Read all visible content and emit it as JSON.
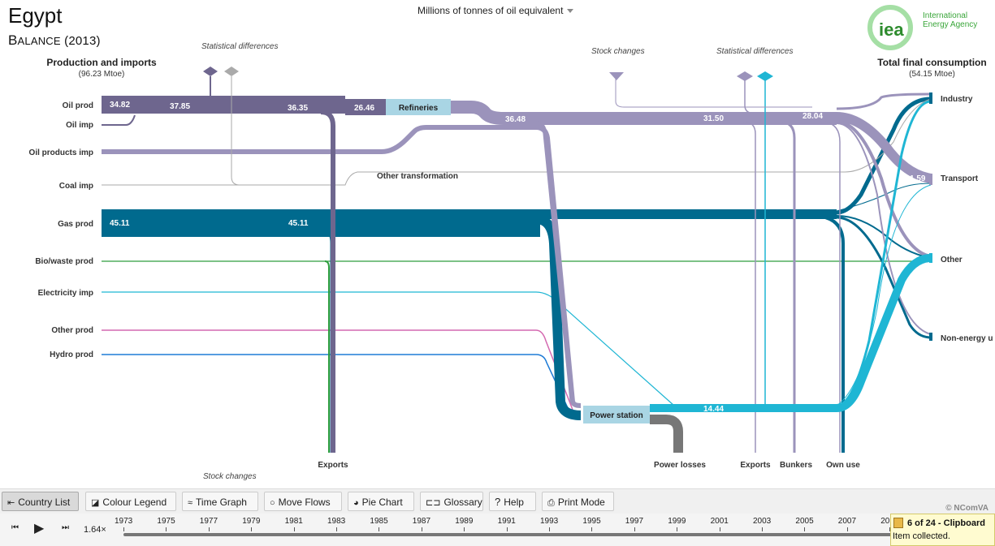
{
  "header": {
    "country": "Egypt",
    "balance_first": "B",
    "balance_rest": "ALANCE",
    "year_text": "(2013)",
    "unit_label": "Millions of tonnes of oil equivalent"
  },
  "logo": {
    "mark": "iea",
    "line1": "International",
    "line2": "Energy Agency"
  },
  "sections": {
    "left_title": "Production and imports",
    "left_total": "(96.23 Mtoe)",
    "right_title": "Total final consumption",
    "right_total": "(54.15 Mtoe)"
  },
  "notes": {
    "stat_diff_left": "Statistical differences",
    "stock_changes_top": "Stock  changes",
    "stat_diff_right": "Statistical differences",
    "stock_changes_bottom": "Stock changes"
  },
  "sources": [
    "Oil prod",
    "Oil imp",
    "Oil products imp",
    "Coal imp",
    "Gas prod",
    "Bio/waste prod",
    "Electricity imp",
    "Other prod",
    "Hydro prod"
  ],
  "sinks": [
    "Industry",
    "Transport",
    "Other",
    "Non-energy u"
  ],
  "nodes": {
    "refineries": "Refineries",
    "power_station": "Power station",
    "other_transformation": "Other transformation"
  },
  "bottom_labels": {
    "exports_left": "Exports",
    "power_losses": "Power losses",
    "exports_right": "Exports",
    "bunkers": "Bunkers",
    "own_use": "Own use"
  },
  "flow_values": {
    "oil_prod": "34.82",
    "oil_after_imp": "37.85",
    "oil_after_stat": "36.35",
    "refinery_in": "26.46",
    "refinery_out": "36.48",
    "products_mid": "31.50",
    "products_final": "28.04",
    "transport_small": "1.59",
    "gas_prod": "45.11",
    "gas_mid": "45.11",
    "electricity": "14.44"
  },
  "colors": {
    "crude_oil": "#6e668e",
    "oil_products": "#9b93bb",
    "gas": "#006a8e",
    "electricity": "#1fb6d4",
    "bio": "#2e9e3e",
    "other_prod": "#d469b0",
    "hydro": "#1e7bd6",
    "losses": "#777777",
    "node_fill": "#a9d5e4"
  },
  "toolbar": {
    "country_list": "Country List",
    "colour_legend": "Colour Legend",
    "time_graph": "Time Graph",
    "move_flows": "Move Flows",
    "pie_chart": "Pie Chart",
    "glossary": "Glossary",
    "help": "Help",
    "print_mode": "Print Mode",
    "credit": "© NComVA"
  },
  "timeline": {
    "speed": "1.64×",
    "years": [
      "1973",
      "1975",
      "1977",
      "1979",
      "1981",
      "1983",
      "1985",
      "1987",
      "1989",
      "1991",
      "1993",
      "1995",
      "1997",
      "1999",
      "2001",
      "2003",
      "2005",
      "2007",
      "20"
    ]
  },
  "toast": {
    "title": "6 of 24 - Clipboard",
    "message": "Item collected."
  }
}
